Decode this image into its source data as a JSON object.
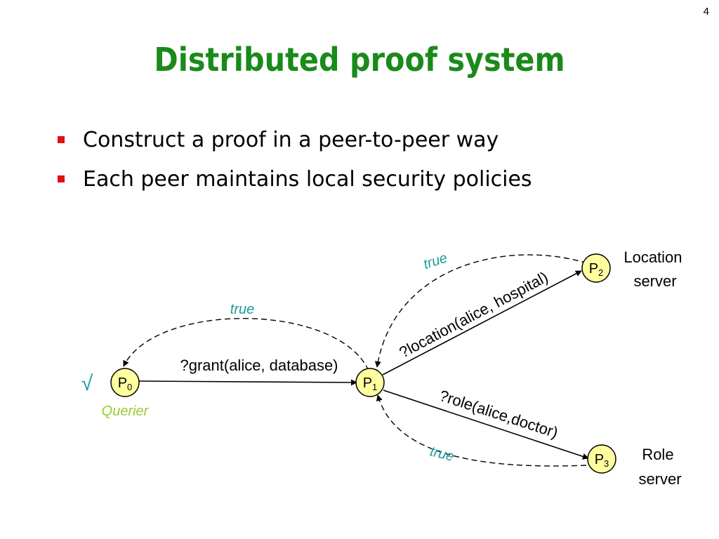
{
  "slide": {
    "number": "4",
    "title": "Distributed proof system",
    "bullets": [
      "Construct a proof in a peer-to-peer way",
      "Each peer maintains local security policies"
    ]
  },
  "diagram": {
    "colors": {
      "node_fill": "#ffffa0",
      "true_label": "#1a9a9a",
      "querier_label": "#99cc33",
      "check": "#1a9a9a"
    },
    "nodes": {
      "p0": {
        "base": "P",
        "sub": "0"
      },
      "p1": {
        "base": "P",
        "sub": "1"
      },
      "p2": {
        "base": "P",
        "sub": "2"
      },
      "p3": {
        "base": "P",
        "sub": "3"
      }
    },
    "queries": {
      "grant": "?grant(alice, database)",
      "location": "?location(alice, hospital)",
      "role": "?role(alice,doctor)"
    },
    "responses": {
      "p1_to_p0": "true",
      "p2_to_p1": "true",
      "p3_to_p1": "true"
    },
    "labels": {
      "querier": "Querier",
      "check_mark": "√",
      "location_server": [
        "Location",
        "server"
      ],
      "role_server": [
        "Role",
        "server"
      ]
    }
  }
}
